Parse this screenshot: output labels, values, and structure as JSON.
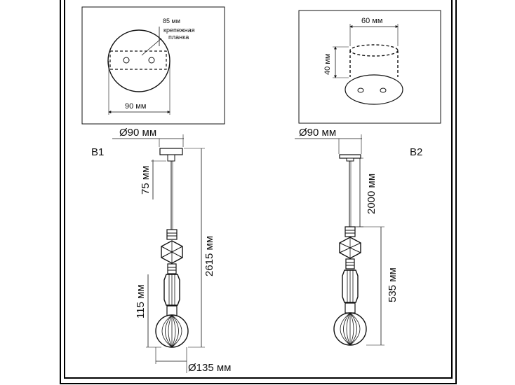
{
  "sheet": {
    "variant_b1_label": "B1",
    "variant_b2_label": "B2"
  },
  "canopy_b1": {
    "plate_length": "85 мм",
    "bracket_label_line1": "крепежная",
    "bracket_label_line2": "планка",
    "width": "90 мм"
  },
  "canopy_b2": {
    "width": "60 мм",
    "height": "40 мм"
  },
  "lamp_b1": {
    "canopy_diameter": "Ø90 мм",
    "top_section": "75 мм",
    "total_height": "2615 мм",
    "lower_section": "115 мм",
    "shade_diameter": "Ø135 мм"
  },
  "lamp_b2": {
    "canopy_diameter": "Ø90 мм",
    "cable_length": "2000 мм",
    "body_height": "535 мм"
  },
  "colors": {
    "line": "#111111",
    "frame_outer": "#000000"
  }
}
